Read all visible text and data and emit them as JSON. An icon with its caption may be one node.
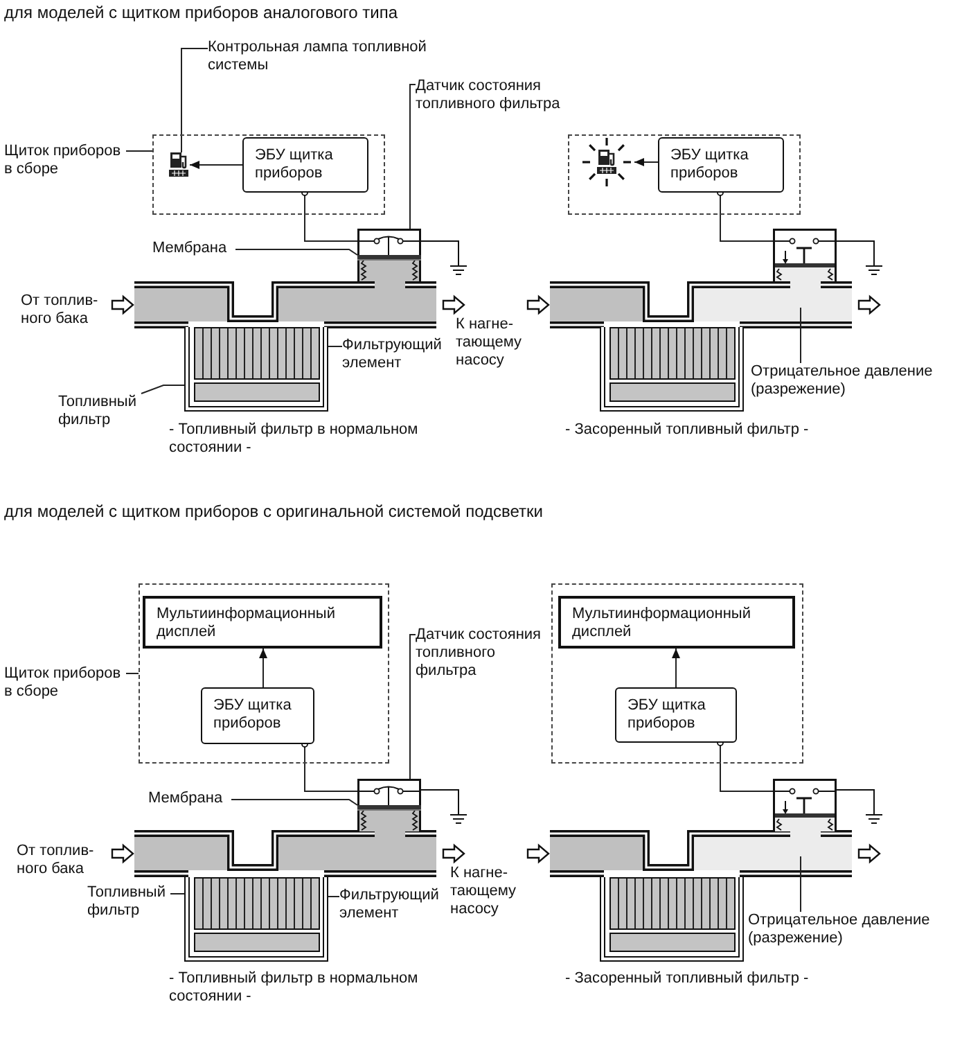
{
  "diagram": {
    "nodes": [
      {
        "text": [
          "Контрольная лампа топливной системы"
        ]
      },
      {
        "text": [
          "Щиток приборов в сборе"
        ]
      },
      {
        "text": [],
        "shape": "box"
      },
      {
        "text": [],
        "shape": "picture",
        "in": 2
      },
      {
        "text": [
          "ЭБУ щитка приборов"
        ],
        "in": 2
      },
      {
        "text": [
          "Датчик состояния топливного фильтра"
        ]
      },
      {
        "text": [],
        "shape": "box"
      },
      {
        "text": [
          "Мембрана"
        ]
      },
      {
        "text": [],
        "shape": "bar",
        "in": 6
      },
      {
        "text": [
          "Фильтрующий элемент"
        ]
      },
      {
        "text": [
          "Топливный фильтр"
        ]
      },
      {
        "text": [],
        "shape": "box"
      },
      {
        "text": [],
        "shape": "box",
        "in": 11
      },
      {
        "text": [],
        "shape": "box"
      },
      {
        "text": [],
        "shape": "picture",
        "in": 13
      },
      {
        "text": [
          "ЭБУ щитка приборов"
        ],
        "in": 13
      },
      {
        "text": [],
        "shape": "box"
      },
      {
        "text": [
          "Отрицательное давление (разрежение)"
        ]
      },
      {
        "text": [
          "Щиток приборов в сборе"
        ]
      },
      {
        "text": [],
        "shape": "box"
      },
      {
        "text": [
          "Мультиинформационный дисплей"
        ],
        "in": 19
      },
      {
        "text": [
          "ЭБУ щитка приборов"
        ],
        "in": 19
      },
      {
        "text": [
          "Датчик состояния топливного фильтра"
        ]
      },
      {
        "text": [],
        "shape": "box"
      },
      {
        "text": [
          "Мембрана"
        ]
      },
      {
        "text": [],
        "shape": "bar",
        "in": 23
      },
      {
        "text": [
          "Фильтрующий элемент"
        ]
      },
      {
        "text": [
          "Топливный фильтр"
        ]
      },
      {
        "text": [],
        "shape": "box"
      },
      {
        "text": [],
        "shape": "box",
        "in": 28
      },
      {
        "text": [],
        "shape": "box"
      },
      {
        "text": [
          "Мультиинформационный дисплей"
        ],
        "in": 30
      },
      {
        "text": [
          "ЭБУ щитка приборов"
        ],
        "in": 30
      },
      {
        "text": [],
        "shape": "box"
      },
      {
        "text": [
          "Отрицательное давление (разрежение)"
        ]
      },
      {
        "text": [],
        "shape": "box"
      },
      {
        "text": [],
        "shape": "box",
        "in": 35
      },
      {
        "text": [],
        "shape": "box"
      },
      {
        "text": [],
        "shape": "box",
        "in": 37
      }
    ],
    "edges": [
      {
        "from": 0,
        "to": 3,
        "arrow": "none"
      },
      {
        "from": 1,
        "to": 2,
        "arrow": "none"
      },
      {
        "from": 4,
        "to": 3,
        "arrow": "to"
      },
      {
        "from": 4,
        "to": 6,
        "arrow": "other"
      },
      {
        "from": 5,
        "to": 6,
        "arrow": "none"
      },
      {
        "from": 7,
        "to": 8,
        "arrow": "none"
      },
      {
        "from": 9,
        "to": 12,
        "arrow": "none"
      },
      {
        "from": 10,
        "to": 11,
        "arrow": "none"
      },
      {
        "from": 15,
        "to": 14,
        "arrow": "to"
      },
      {
        "from": 15,
        "to": 16,
        "arrow": "other"
      },
      {
        "from": 17,
        "to": null,
        "arrow": "none"
      },
      {
        "from": 18,
        "to": 19,
        "arrow": "none"
      },
      {
        "from": 21,
        "to": 20,
        "arrow": "to"
      },
      {
        "from": 21,
        "to": 23,
        "arrow": "other"
      },
      {
        "from": 22,
        "to": 23,
        "arrow": "none"
      },
      {
        "from": 24,
        "to": 25,
        "arrow": "none"
      },
      {
        "from": 26,
        "to": 29,
        "arrow": "none"
      },
      {
        "from": 27,
        "to": 28,
        "arrow": "none"
      },
      {
        "from": 32,
        "to": 31,
        "arrow": "to"
      },
      {
        "from": 32,
        "to": 33,
        "arrow": "other"
      },
      {
        "from": 34,
        "to": null,
        "arrow": "none"
      }
    ],
    "labels": [
      "для моделей с щитком приборов аналогового типа",
      "От топлив- ного бака",
      "К нагне- тающему насосу",
      "- Топливный фильтр в нормальном состоянии -",
      "- Засоренный топливный фильтр -",
      "для моделей с щитком приборов с оригинальной системой подсветки",
      "От топлив- ного бака",
      "К нагне- тающему насосу",
      "- Топливный фильтр в нормальном состоянии -",
      "- Засоренный топливный фильтр -"
    ]
  }
}
